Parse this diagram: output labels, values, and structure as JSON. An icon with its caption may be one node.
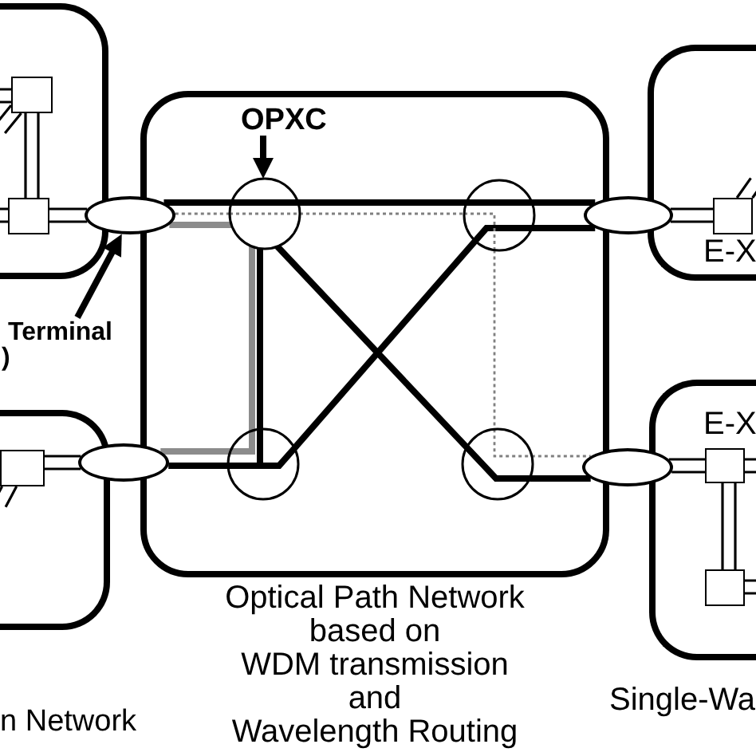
{
  "diagram": {
    "nodes": [
      {
        "text": [],
        "shape": "box"
      },
      {
        "text": [],
        "shape": "square",
        "in": 0
      },
      {
        "text": [],
        "shape": "square",
        "in": 0
      },
      {
        "text": [],
        "shape": "ellipse"
      },
      {
        "text": [
          "Terminal",
          ")"
        ]
      },
      {
        "text": [],
        "shape": "box",
        "beside": [
          "n Network"
        ]
      },
      {
        "text": [],
        "shape": "square",
        "in": 5
      },
      {
        "text": [],
        "shape": "ellipse"
      },
      {
        "text": [],
        "shape": "box",
        "beside": [
          "Optical Path Network based on WDM transmission and Wavelength Routing"
        ]
      },
      {
        "text": [
          "OPXC"
        ],
        "in": 8
      },
      {
        "text": [],
        "shape": "circle",
        "in": 8
      },
      {
        "text": [],
        "shape": "circle",
        "in": 8
      },
      {
        "text": [],
        "shape": "circle",
        "in": 8
      },
      {
        "text": [],
        "shape": "circle",
        "in": 8
      },
      {
        "text": [],
        "shape": "ellipse"
      },
      {
        "text": [],
        "shape": "box"
      },
      {
        "text": [],
        "shape": "square",
        "in": 15,
        "beside": [
          "E-X"
        ]
      },
      {
        "text": [],
        "shape": "ellipse"
      },
      {
        "text": [],
        "shape": "box",
        "beside": [
          "Single-Wa"
        ]
      },
      {
        "text": [],
        "shape": "square",
        "in": 18,
        "beside": [
          "E-X"
        ]
      },
      {
        "text": [],
        "shape": "square",
        "in": 18
      }
    ],
    "edges": [
      {
        "from": null,
        "to": 1,
        "arrow": "none"
      },
      {
        "from": null,
        "to": 1,
        "arrow": "none"
      },
      {
        "from": 1,
        "to": 2,
        "arrow": "none"
      },
      {
        "from": null,
        "to": 2,
        "arrow": "none"
      },
      {
        "from": 2,
        "to": 3,
        "arrow": "none"
      },
      {
        "from": 4,
        "to": 3,
        "arrow": "to",
        "style": "thick"
      },
      {
        "from": null,
        "to": 6,
        "arrow": "none"
      },
      {
        "from": 6,
        "to": 7,
        "arrow": "none"
      },
      {
        "from": 7,
        "to": 12,
        "arrow": "none",
        "style": "thick"
      },
      {
        "from": 7,
        "to": 12,
        "arrow": "none",
        "style": "thick",
        "color": "#8c8c8c"
      },
      {
        "from": 3,
        "to": 10,
        "arrow": "none",
        "style": "thick"
      },
      {
        "from": 3,
        "to": 10,
        "arrow": "none",
        "style": "dashed",
        "color": "#808080"
      },
      {
        "from": 3,
        "to": 10,
        "arrow": "none",
        "style": "thick",
        "color": "#8c8c8c"
      },
      {
        "from": 9,
        "to": 10,
        "arrow": "to",
        "style": "thick"
      },
      {
        "from": 10,
        "to": 11,
        "arrow": "none",
        "style": "thick"
      },
      {
        "from": 10,
        "to": 11,
        "arrow": "none",
        "style": "dashed",
        "color": "#808080"
      },
      {
        "from": 10,
        "to": 12,
        "arrow": "none",
        "style": "thick"
      },
      {
        "from": 10,
        "to": 12,
        "arrow": "none",
        "style": "thick",
        "color": "#8c8c8c"
      },
      {
        "from": 10,
        "to": 13,
        "arrow": "none",
        "style": "thick"
      },
      {
        "from": 12,
        "to": 11,
        "arrow": "none",
        "style": "thick"
      },
      {
        "from": 11,
        "to": 13,
        "arrow": "none",
        "style": "dashed",
        "color": "#808080"
      },
      {
        "from": 11,
        "to": 14,
        "arrow": "none",
        "style": "thick"
      },
      {
        "from": 11,
        "to": 14,
        "arrow": "none",
        "style": "thick"
      },
      {
        "from": 13,
        "to": 17,
        "arrow": "none",
        "style": "thick"
      },
      {
        "from": 13,
        "to": 17,
        "arrow": "none",
        "style": "dashed",
        "color": "#808080"
      },
      {
        "from": 14,
        "to": 16,
        "arrow": "none"
      },
      {
        "from": 16,
        "to": null,
        "arrow": "none"
      },
      {
        "from": 17,
        "to": 19,
        "arrow": "none"
      },
      {
        "from": 19,
        "to": 20,
        "arrow": "none"
      },
      {
        "from": 19,
        "to": null,
        "arrow": "none"
      },
      {
        "from": 20,
        "to": null,
        "arrow": "none"
      }
    ]
  }
}
